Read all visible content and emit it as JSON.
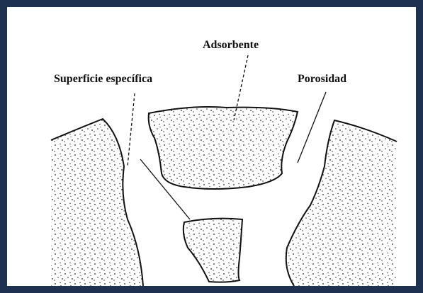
{
  "labels": {
    "adsorbente": "Adsorbente",
    "superficie": "Superficie específica",
    "porosidad": "Porosidad"
  },
  "colors": {
    "border": "#1f3150",
    "ink": "#111111",
    "background": "#ffffff"
  }
}
